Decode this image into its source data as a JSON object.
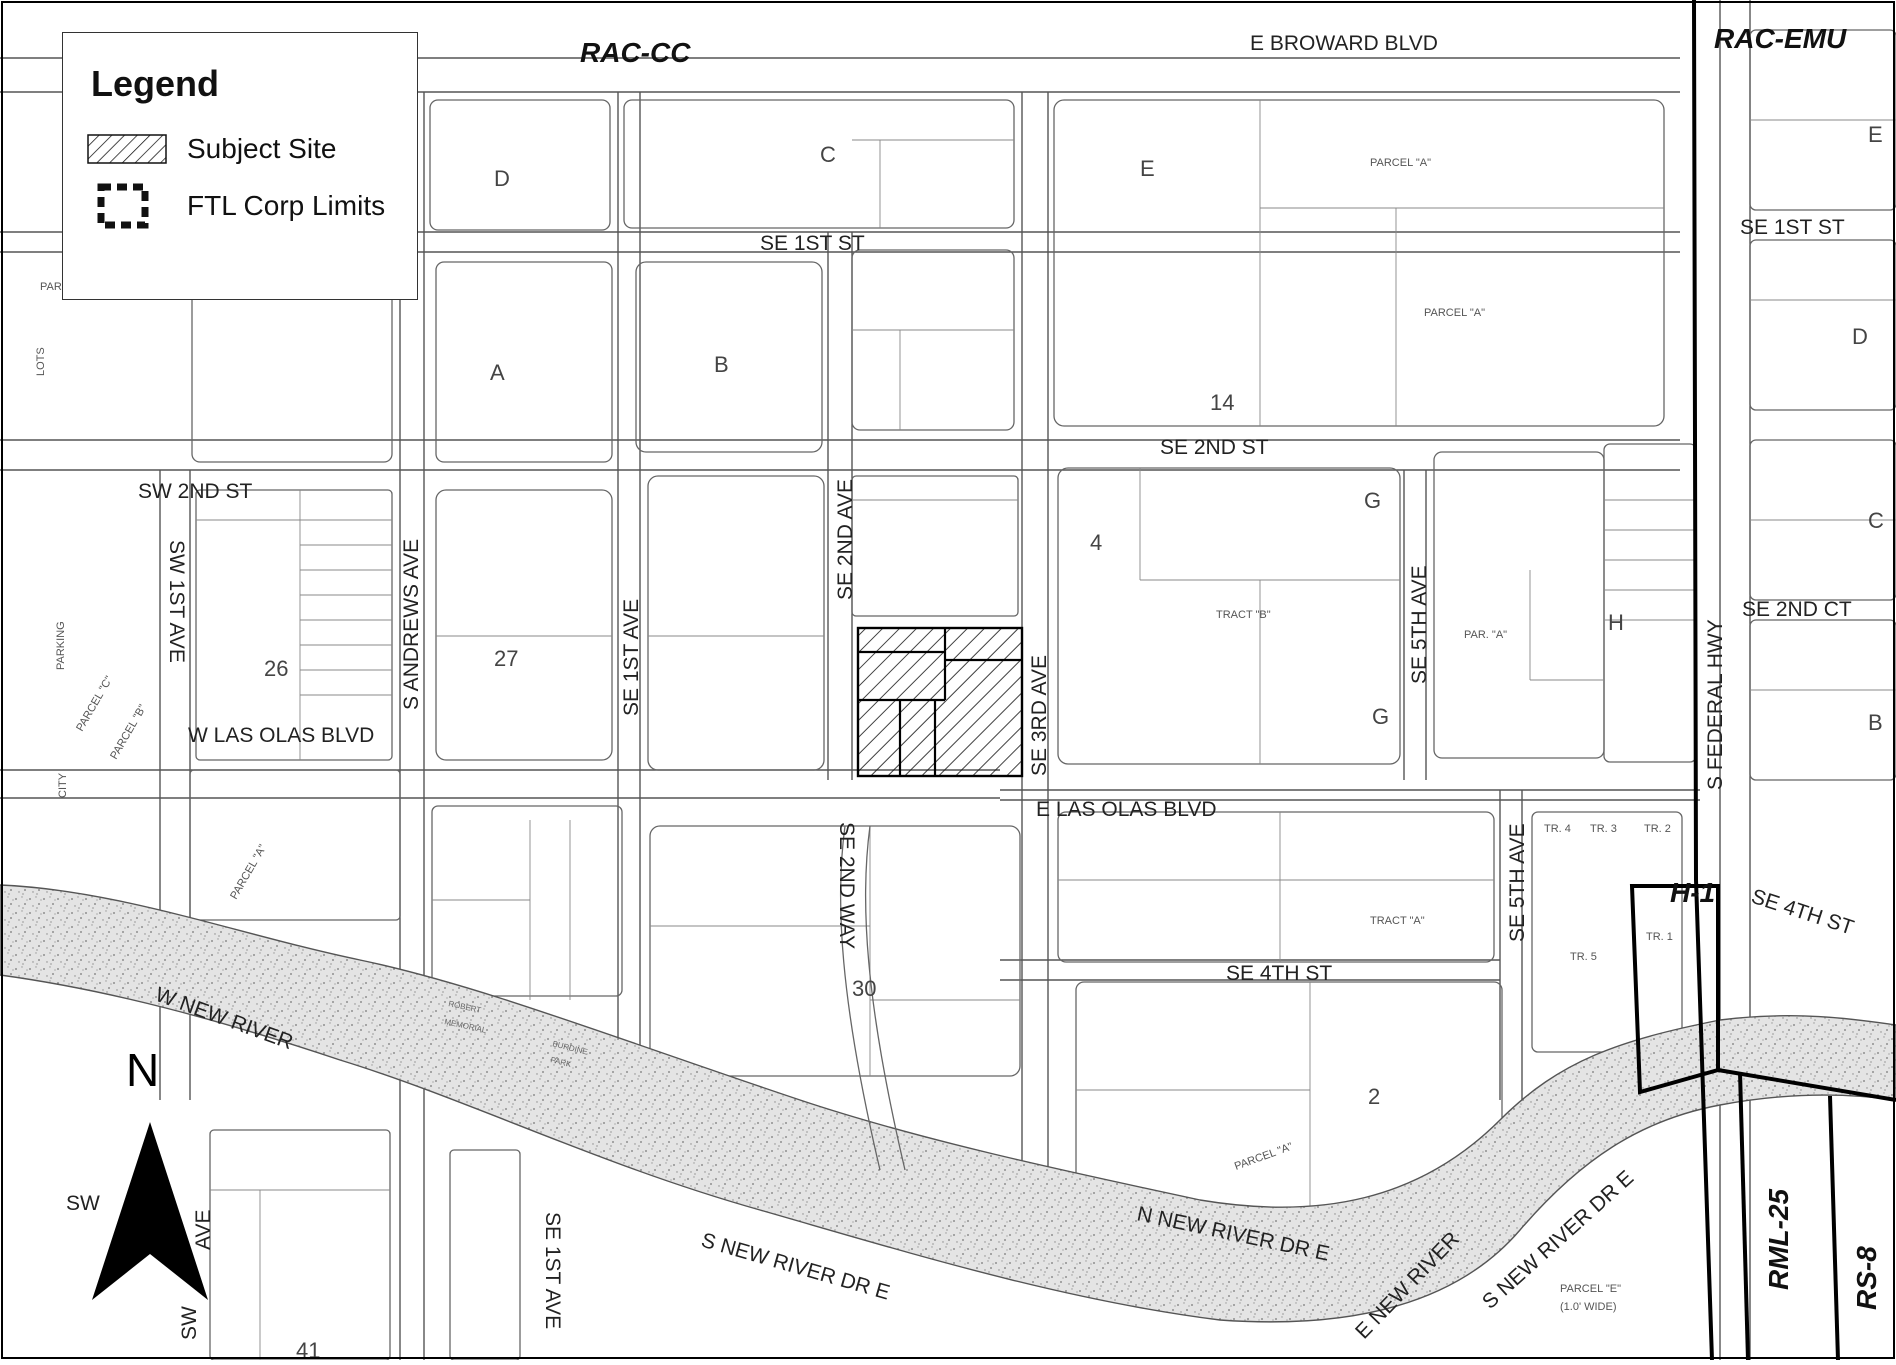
{
  "legend": {
    "title": "Legend",
    "items": [
      {
        "label": "Subject Site",
        "symbol": "diagonal-hatch"
      },
      {
        "label": "FTL Corp Limits",
        "symbol": "dashed-thick-outline"
      }
    ]
  },
  "zones": {
    "rac_cc": "RAC-CC",
    "rac_emu": "RAC-EMU",
    "h1": "H-1",
    "rml25": "RML-25",
    "rs8": "RS-8"
  },
  "streets": {
    "e_broward": "E BROWARD BLVD",
    "se_1st_st_west": "SE 1ST ST",
    "se_1st_st_east": "SE 1ST ST",
    "se_2nd_st": "SE 2ND ST",
    "sw_2nd_st": "SW 2ND ST",
    "se_2nd_ct": "SE 2ND CT",
    "w_las_olas": "W LAS OLAS BLVD",
    "e_las_olas": "E LAS OLAS BLVD",
    "se_4th_st": "SE 4TH ST",
    "se_4th_st_east": "SE 4TH ST",
    "sw_1st_ave": "SW 1ST AVE",
    "s_andrews": "S ANDREWS AVE",
    "se_1st_ave": "SE 1ST AVE",
    "se_1st_ave_south": "SE 1ST AVE",
    "se_2nd_ave": "SE 2ND AVE",
    "se_2nd_way": "SE 2ND WAY",
    "se_3rd_ave": "SE 3RD AVE",
    "se_5th_ave_north": "SE 5TH AVE",
    "se_5th_ave_south": "SE 5TH AVE",
    "s_federal_hwy": "S FEDERAL HWY",
    "w_new_river": "W NEW RIVER",
    "n_new_river_dr": "N NEW RIVER DR E",
    "s_new_river_dr": "S NEW RIVER DR E",
    "s_new_river_dr_east": "S NEW RIVER DR E",
    "e_new_river": "E NEW RIVER",
    "sw_south": "SW",
    "sw_ave_south": "SW",
    "ave_fragment": "AVE"
  },
  "blocks": [
    "A",
    "B",
    "C",
    "D",
    "E",
    "G",
    "G",
    "H",
    "4",
    "14",
    "26",
    "27",
    "30",
    "2",
    "41",
    "B",
    "C",
    "D",
    "E"
  ],
  "labels": {
    "parcel_a_1": "PARCEL \"A\"",
    "parcel_a_2": "PARCEL \"A\"",
    "tract_b": "TRACT \"B\"",
    "tract_a": "TRACT \"A\"",
    "par_a": "PAR. \"A\"",
    "parking": "PARKING",
    "city": "CITY",
    "lots": "LOTS",
    "parcel_c": "PARCEL \"C\"",
    "parcel_b": "PARCEL \"B\"",
    "parcel_a_sw": "PARCEL \"A\"",
    "parcel_a_se": "PARCEL \"A\"",
    "parcel_e": "PARCEL \"E\"",
    "parcel_e_width": "(1.0' WIDE)",
    "robert": "ROBERT",
    "memorial": "MEMORIAL",
    "burdine": "BURDINE",
    "park": "PARK",
    "par_e": "PAR. \"E\"",
    "tr_4": "TR. 4",
    "tr_3": "TR. 3",
    "tr_2": "TR. 2",
    "tr_5": "TR. 5",
    "tr_1": "TR. 1"
  },
  "north_arrow": {
    "label": "N"
  },
  "colors": {
    "river_fill": "#dcdcdc",
    "subject_hatch": "#111111",
    "line": "#444444",
    "boundary": "#000000"
  }
}
